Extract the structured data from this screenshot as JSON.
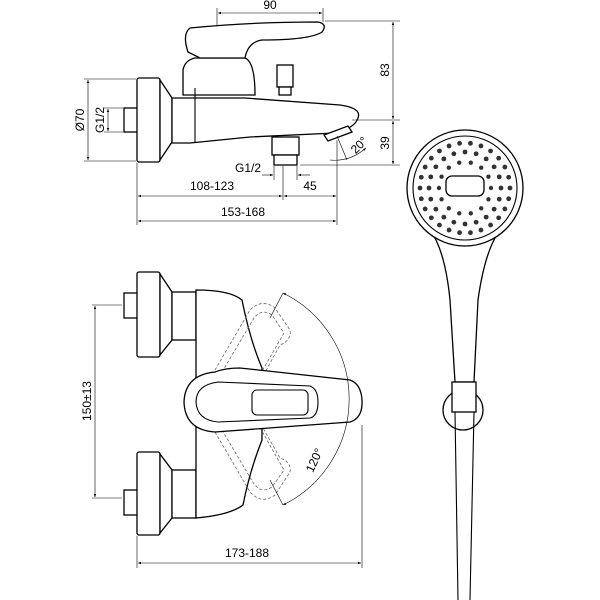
{
  "side_view": {
    "dim_handle_length": "90",
    "dim_height_top": "83",
    "dim_height_spout": "39",
    "dim_flange_diameter": "Ø70",
    "dim_inlet_thread": "G1/2",
    "dim_outlet_thread": "G1/2",
    "dim_spout_angle": "20°",
    "dim_wall_to_outlet": "108-123",
    "dim_outlet_to_spout": "45",
    "dim_total_depth": "153-168"
  },
  "front_view": {
    "dim_inlet_spacing": "150±13",
    "dim_lever_rotation": "120°",
    "dim_total_depth": "173-188"
  }
}
